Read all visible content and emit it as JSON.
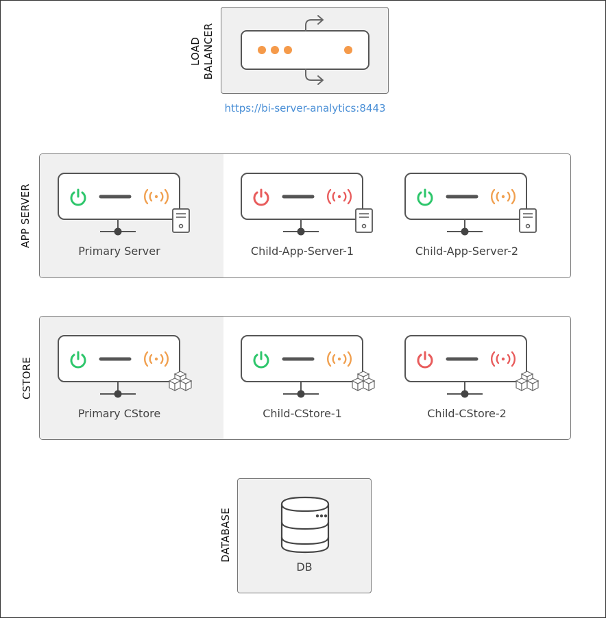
{
  "colors": {
    "status_ok": "#2dc66b",
    "status_error": "#e85c5c",
    "signal_warn": "#f0a050",
    "accent_orange": "#f59a4a",
    "link": "#4a8fd6"
  },
  "load_balancer": {
    "label_line1": "LOAD",
    "label_line2": "BALANCER",
    "url": "https://bi-server-analytics:8443"
  },
  "app_server": {
    "section_label": "APP SERVER",
    "nodes": [
      {
        "name": "Primary Server",
        "power": "ok",
        "signal": "warn",
        "icon": "server-tower-icon"
      },
      {
        "name": "Child-App-Server-1",
        "power": "error",
        "signal": "error",
        "icon": "server-tower-icon"
      },
      {
        "name": "Child-App-Server-2",
        "power": "ok",
        "signal": "warn",
        "icon": "server-tower-icon"
      }
    ]
  },
  "cstore": {
    "section_label": "CSTORE",
    "nodes": [
      {
        "name": "Primary CStore",
        "power": "ok",
        "signal": "warn",
        "icon": "cubes-icon"
      },
      {
        "name": "Child-CStore-1",
        "power": "ok",
        "signal": "warn",
        "icon": "cubes-icon"
      },
      {
        "name": "Child-CStore-2",
        "power": "error",
        "signal": "error",
        "icon": "cubes-icon"
      }
    ]
  },
  "database": {
    "section_label": "DATABASE",
    "name": "DB"
  }
}
